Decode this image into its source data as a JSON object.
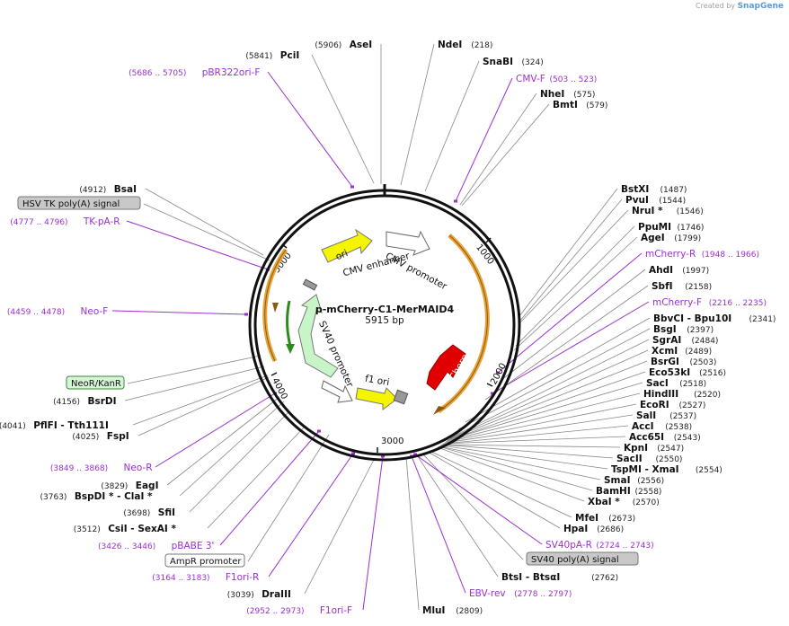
{
  "credit": {
    "prefix": "Created by",
    "brand": "SnapGene"
  },
  "plasmid": {
    "name": "p-mCherry-C1-MerMAID4",
    "length": "5915 bp"
  },
  "colors": {
    "enzyme_line": "#888888",
    "primer": "#9b30d0",
    "backbone": "#111111",
    "orf": "#e8a33a",
    "mcherry": "#e00000",
    "ori": "#f5f500",
    "promoter": "#d8d8d8",
    "neo": "#c8f5c8"
  },
  "ticks": [
    "1000",
    "2000",
    "3000",
    "4000",
    "5000"
  ],
  "features": {
    "ori": "ori",
    "cmv_enhancer": "CMV enhancer",
    "cmv_promoter": "CMV promoter",
    "mcherry": "mCherry",
    "f1_ori": "f1 ori",
    "sv40_promoter": "SV40 promoter"
  },
  "labels": [
    {
      "id": "asei",
      "name": "AseI",
      "pos": "(5906)",
      "pos_first": true,
      "type": "enzyme"
    },
    {
      "id": "pcii",
      "name": "PciI",
      "pos": "(5841)",
      "pos_first": true,
      "type": "enzyme"
    },
    {
      "id": "pbr322ori",
      "name": "pBR322ori-F",
      "pos": "(5686 .. 5705)",
      "pos_first": true,
      "type": "primer"
    },
    {
      "id": "ndei",
      "name": "NdeI",
      "pos": "(218)",
      "pos_first": false,
      "type": "enzyme"
    },
    {
      "id": "snabi",
      "name": "SnaBI",
      "pos": "(324)",
      "pos_first": false,
      "type": "enzyme"
    },
    {
      "id": "cmvf",
      "name": "CMV-F",
      "pos": "(503 .. 523)",
      "pos_first": false,
      "type": "primer"
    },
    {
      "id": "nhei",
      "name": "NheI",
      "pos": "(575)",
      "pos_first": false,
      "type": "enzyme"
    },
    {
      "id": "bmti",
      "name": "BmtI",
      "pos": "(579)",
      "pos_first": false,
      "type": "enzyme"
    },
    {
      "id": "bsai",
      "name": "BsaI",
      "pos": "(4912)",
      "pos_first": true,
      "type": "enzyme"
    },
    {
      "id": "hsvtk",
      "name": "HSV TK poly(A) signal",
      "type": "feature"
    },
    {
      "id": "tkpar",
      "name": "TK-pA-R",
      "pos": "(4777 .. 4796)",
      "pos_first": true,
      "type": "primer"
    },
    {
      "id": "neof",
      "name": "Neo-F",
      "pos": "(4459 .. 4478)",
      "pos_first": true,
      "type": "primer"
    },
    {
      "id": "neokan",
      "name": "NeoR/KanR",
      "type": "feature_green"
    },
    {
      "id": "bsrdi",
      "name": "BsrDI",
      "pos": "(4156)",
      "pos_first": true,
      "type": "enzyme"
    },
    {
      "id": "pflfi",
      "name": "PflFI  - Tth111I",
      "pos": "(4041)",
      "pos_first": true,
      "type": "enzyme"
    },
    {
      "id": "fspi",
      "name": "FspI",
      "pos": "(4025)",
      "pos_first": true,
      "type": "enzyme"
    },
    {
      "id": "neor",
      "name": "Neo-R",
      "pos": "(3849 .. 3868)",
      "pos_first": true,
      "type": "primer"
    },
    {
      "id": "eagi",
      "name": "EagI",
      "pos": "(3829)",
      "pos_first": true,
      "type": "enzyme"
    },
    {
      "id": "bspdi",
      "name": "BspDI *  - ClaI *",
      "pos": "(3763)",
      "pos_first": true,
      "type": "enzyme"
    },
    {
      "id": "sfii",
      "name": "SfiI",
      "pos": "(3698)",
      "pos_first": true,
      "type": "enzyme"
    },
    {
      "id": "csii",
      "name": "CsiI   - SexAI *",
      "pos": "(3512)",
      "pos_first": true,
      "type": "enzyme"
    },
    {
      "id": "pbabe",
      "name": "pBABE 3'",
      "pos": "(3426 .. 3446)",
      "pos_first": true,
      "type": "primer"
    },
    {
      "id": "ampr",
      "name": "AmpR promoter",
      "type": "feature_white"
    },
    {
      "id": "f1orir",
      "name": "F1ori-R",
      "pos": "(3164 .. 3183)",
      "pos_first": true,
      "type": "primer"
    },
    {
      "id": "draiii",
      "name": "DraIII",
      "pos": "(3039)",
      "pos_first": true,
      "type": "enzyme"
    },
    {
      "id": "f1orif",
      "name": "F1ori-F",
      "pos": "(2952 .. 2973)",
      "pos_first": true,
      "type": "primer"
    },
    {
      "id": "mlui",
      "name": "MluI",
      "pos": "(2809)",
      "pos_first": false,
      "type": "enzyme"
    },
    {
      "id": "ebvrev",
      "name": "EBV-rev",
      "pos": "(2778 .. 2797)",
      "pos_first": false,
      "type": "primer"
    },
    {
      "id": "btsi",
      "name": "BtsI   - BtsαI",
      "pos": "(2762)",
      "pos_first": false,
      "type": "enzyme"
    },
    {
      "id": "sv40polya",
      "name": "SV40 poly(A) signal",
      "type": "feature"
    },
    {
      "id": "sv40par",
      "name": "SV40pA-R",
      "pos": "(2724 .. 2743)",
      "pos_first": false,
      "type": "primer"
    },
    {
      "id": "hpai",
      "name": "HpaI",
      "pos": "(2686)",
      "pos_first": false,
      "type": "enzyme"
    },
    {
      "id": "mfei",
      "name": "MfeI",
      "pos": "(2673)",
      "pos_first": false,
      "type": "enzyme"
    },
    {
      "id": "xbai",
      "name": "XbaI *",
      "pos": "(2570)",
      "pos_first": false,
      "type": "enzyme"
    },
    {
      "id": "bamhi",
      "name": "BamHI",
      "pos": "(2558)",
      "pos_first": false,
      "type": "enzyme"
    },
    {
      "id": "smai",
      "name": "SmaI",
      "pos": "(2556)",
      "pos_first": false,
      "type": "enzyme"
    },
    {
      "id": "tspmi",
      "name": "TspMI  - XmaI",
      "pos": "(2554)",
      "pos_first": false,
      "type": "enzyme"
    },
    {
      "id": "sacii",
      "name": "SacII",
      "pos": "(2550)",
      "pos_first": false,
      "type": "enzyme"
    },
    {
      "id": "kpni",
      "name": "KpnI",
      "pos": "(2547)",
      "pos_first": false,
      "type": "enzyme"
    },
    {
      "id": "acc65i",
      "name": "Acc65I",
      "pos": "(2543)",
      "pos_first": false,
      "type": "enzyme"
    },
    {
      "id": "acci",
      "name": "AccI",
      "pos": "(2538)",
      "pos_first": false,
      "type": "enzyme"
    },
    {
      "id": "sali",
      "name": "SalI",
      "pos": "(2537)",
      "pos_first": false,
      "type": "enzyme"
    },
    {
      "id": "ecori",
      "name": "EcoRI",
      "pos": "(2527)",
      "pos_first": false,
      "type": "enzyme"
    },
    {
      "id": "hindiii",
      "name": "HindIII",
      "pos": "(2520)",
      "pos_first": false,
      "type": "enzyme"
    },
    {
      "id": "saci",
      "name": "SacI",
      "pos": "(2518)",
      "pos_first": false,
      "type": "enzyme"
    },
    {
      "id": "eco53ki",
      "name": "Eco53kI",
      "pos": "(2516)",
      "pos_first": false,
      "type": "enzyme"
    },
    {
      "id": "bsrgi",
      "name": "BsrGI",
      "pos": "(2503)",
      "pos_first": false,
      "type": "enzyme"
    },
    {
      "id": "xcmi",
      "name": "XcmI",
      "pos": "(2489)",
      "pos_first": false,
      "type": "enzyme"
    },
    {
      "id": "sgrai",
      "name": "SgrAI",
      "pos": "(2484)",
      "pos_first": false,
      "type": "enzyme"
    },
    {
      "id": "bsgi",
      "name": "BsgI",
      "pos": "(2397)",
      "pos_first": false,
      "type": "enzyme"
    },
    {
      "id": "bbvci",
      "name": "BbvCI  - Bpu10I",
      "pos": "(2341)",
      "pos_first": false,
      "type": "enzyme"
    },
    {
      "id": "mcherryf",
      "name": "mCherry-F",
      "pos": "(2216 .. 2235)",
      "pos_first": false,
      "type": "primer"
    },
    {
      "id": "sbfi",
      "name": "SbfI",
      "pos": "(2158)",
      "pos_first": false,
      "type": "enzyme"
    },
    {
      "id": "ahdi",
      "name": "AhdI",
      "pos": "(1997)",
      "pos_first": false,
      "type": "enzyme"
    },
    {
      "id": "mcherryr",
      "name": "mCherry-R",
      "pos": "(1948 .. 1966)",
      "pos_first": false,
      "type": "primer"
    },
    {
      "id": "agei",
      "name": "AgeI",
      "pos": "(1799)",
      "pos_first": false,
      "type": "enzyme"
    },
    {
      "id": "ppumi",
      "name": "PpuMI",
      "pos": "(1746)",
      "pos_first": false,
      "type": "enzyme"
    },
    {
      "id": "nrui",
      "name": "NruI *",
      "pos": "(1546)",
      "pos_first": false,
      "type": "enzyme"
    },
    {
      "id": "pvui",
      "name": "PvuI",
      "pos": "(1544)",
      "pos_first": false,
      "type": "enzyme"
    },
    {
      "id": "bstxi",
      "name": "BstXI",
      "pos": "(1487)",
      "pos_first": false,
      "type": "enzyme"
    }
  ]
}
